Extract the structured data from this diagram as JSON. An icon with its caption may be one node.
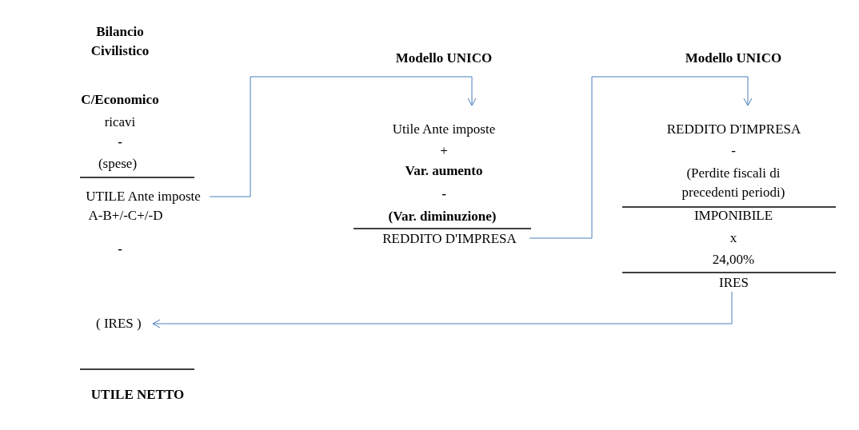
{
  "diagram": {
    "nodes": [
      {
        "text": [
          "UTILE Ante imposte"
        ]
      },
      {
        "text": [
          "Utile Ante imposte"
        ]
      },
      {
        "text": [
          "REDDITO D'IMPRESA"
        ]
      },
      {
        "text": [
          "REDDITO D'IMPRESA"
        ]
      },
      {
        "text": [
          "IRES"
        ]
      },
      {
        "text": [
          "( IRES )"
        ]
      }
    ],
    "edges": [
      {
        "from": 0,
        "to": 1,
        "arrow": "to"
      },
      {
        "from": 2,
        "to": 3,
        "arrow": "to"
      },
      {
        "from": 4,
        "to": 5,
        "arrow": "to"
      }
    ],
    "labels": [
      "Bilancio Civilistico",
      "Modello UNICO",
      "Modello UNICO",
      "C/Economico",
      "ricavi",
      "-",
      "+",
      "-",
      "(spese)",
      "Var. aumento",
      "(Perdite fiscali di precedenti periodi)",
      "-",
      "A-B+/-C+/-D",
      "(Var. diminuzione)",
      "IMPONIBILE",
      "x",
      "-",
      "24,00%",
      "UTILE NETTO"
    ]
  }
}
